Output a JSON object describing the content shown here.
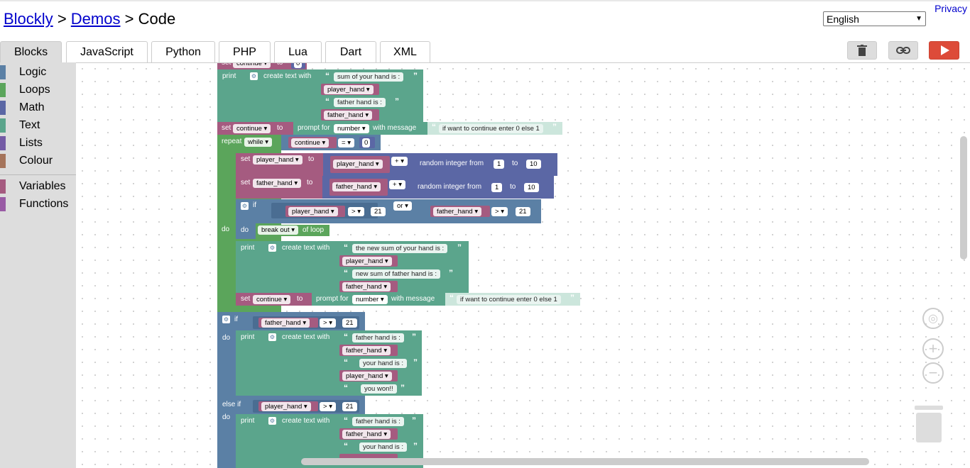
{
  "header": {
    "breadcrumb_root": "Blockly",
    "breadcrumb_sep1": ">",
    "breadcrumb_mid": "Demos",
    "breadcrumb_sep2": ">",
    "breadcrumb_current": "Code",
    "privacy_link": "Privacy",
    "language_selected": "English"
  },
  "tabs": [
    "Blocks",
    "JavaScript",
    "Python",
    "PHP",
    "Lua",
    "Dart",
    "XML"
  ],
  "toolbar": {
    "trash_icon": "trash-icon",
    "link_icon": "link-icon",
    "run_icon": "play-icon",
    "run_color": "#dd4b39"
  },
  "toolbox": {
    "categories": [
      {
        "label": "Logic",
        "color": "#5b80a5"
      },
      {
        "label": "Loops",
        "color": "#5ba55b"
      },
      {
        "label": "Math",
        "color": "#5b67a5"
      },
      {
        "label": "Text",
        "color": "#5ba58c"
      },
      {
        "label": "Lists",
        "color": "#745ba5"
      },
      {
        "label": "Colour",
        "color": "#a5745b"
      },
      {
        "label": "Variables",
        "color": "#a55b80"
      },
      {
        "label": "Functions",
        "color": "#995ba5"
      }
    ]
  },
  "blocks": {
    "set": "set",
    "to": "to",
    "print": "print",
    "create_text_with": "create text with",
    "prompt_for": "prompt for",
    "number": "number",
    "with_message": "with message",
    "repeat": "repeat",
    "while": "while",
    "do": "do",
    "if": "if",
    "else_if": "else if",
    "or": "or",
    "break_out": "break out",
    "of_loop": "of loop",
    "random_integer_from": "random integer from",
    "op_eq": "=",
    "op_gt": ">",
    "op_plus": "+",
    "var_continue": "continue",
    "var_player_hand": "player_hand",
    "var_father_hand": "father_hand",
    "num_0": "0",
    "num_1": "1",
    "num_10": "10",
    "num_21": "21",
    "txt_sum_hand": "sum of your hand is :",
    "txt_father_hand_is_1": "father hand is :",
    "txt_prompt": "if want to continue enter 0 else 1",
    "txt_new_sum": "the new sum of your hand is :",
    "txt_new_sum_father": "new sum of father hand is :",
    "txt_father_hand_is": "father hand is :",
    "txt_your_hand_is": "your hand is :",
    "txt_you_won": "you won!!"
  }
}
